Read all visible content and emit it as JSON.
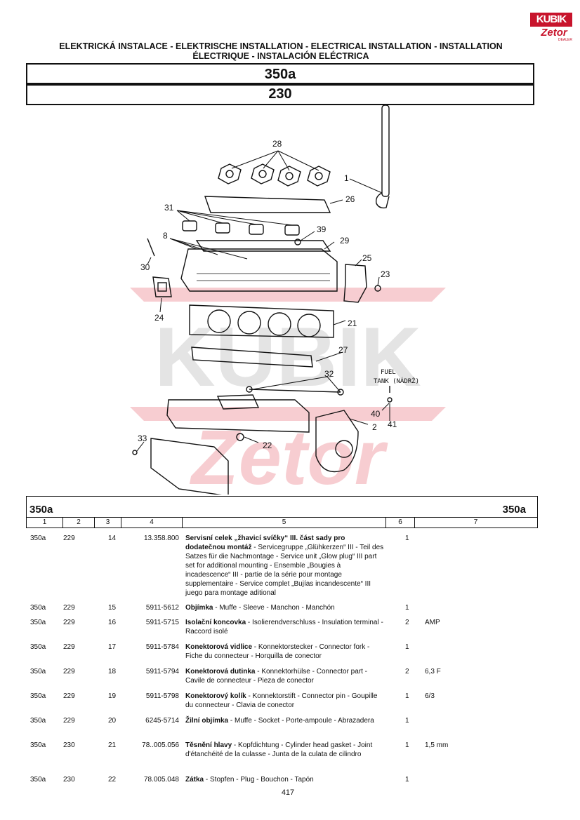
{
  "logo": {
    "brand": "KUBIK",
    "sub": "Zetor",
    "dealer": "DEALER"
  },
  "header": {
    "title_line1": "ELEKTRICKÁ INSTALACE - ELEKTRISCHE INSTALLATION - ELECTRICAL INSTALLATION - INSTALLATION",
    "title_line2": "ÉLECTRIQUE - INSTALACIÓN ELÉCTRICA",
    "model": "350a",
    "group": "230"
  },
  "diagram": {
    "labels": [
      "28",
      "1",
      "26",
      "31",
      "8",
      "39",
      "29",
      "30",
      "25",
      "23",
      "24",
      "21",
      "27",
      "32",
      "40",
      "41",
      "2",
      "33",
      "22"
    ],
    "fuel_tank_line1": "FUEL",
    "fuel_tank_line2": "TANK (NÁDRŽ)"
  },
  "watermark": {
    "text1": "KUBIK",
    "text2": "Zetor"
  },
  "table": {
    "left_label": "350a",
    "right_label": "350a",
    "columns": [
      "1",
      "2",
      "3",
      "4",
      "5",
      "6",
      "7"
    ],
    "rows": [
      {
        "c1": "350a",
        "c2": "229",
        "c3": "14",
        "c4": "13.358.800",
        "name": "Servisní celek „žhavicí svíčky“ III. část sady pro dodatečnou montáž",
        "desc": " - Servicegruppe „Glühkerzen“ III - Teil des Satzes für die Nachmontage - Service unit „Glow plug“ III part set for additional mounting - Ensemble „Bougies à incadescence“ III - partie de la série pour montage supplementaire - Service complet „Bujías incandescente“ III juego para montage aditional",
        "c6": "1",
        "c7": ""
      },
      {
        "c1": "350a",
        "c2": "229",
        "c3": "15",
        "c4": "5911-5612",
        "name": "Objímka",
        "desc": " - Muffe - Sleeve - Manchon - Manchón",
        "c6": "1",
        "c7": ""
      },
      {
        "c1": "350a",
        "c2": "229",
        "c3": "16",
        "c4": "5911-5715",
        "name": "Isolační koncovka",
        "desc": " - Isolierendverschluss - Insulation terminal - Raccord isolé",
        "c6": "2",
        "c7": "AMP"
      },
      {
        "c1": "350a",
        "c2": "229",
        "c3": "17",
        "c4": "5911-5784",
        "name": "Konektorová vidlice",
        "desc": " - Konnektorstecker - Connector fork - Fiche du connecteur - Horquilla de conector",
        "c6": "1",
        "c7": ""
      },
      {
        "c1": "350a",
        "c2": "229",
        "c3": "18",
        "c4": "5911-5794",
        "name": "Konektorová dutinka",
        "desc": " - Konnektorhülse - Connector part - Cavile de connecteur - Pieza de conector",
        "c6": "2",
        "c7": "6,3 F"
      },
      {
        "c1": "350a",
        "c2": "229",
        "c3": "19",
        "c4": "5911-5798",
        "name": "Konektorový kolík",
        "desc": " - Konnektorstift - Connector pin - Goupille du connecteur - Clavia de conector",
        "c6": "1",
        "c7": "6/3"
      },
      {
        "c1": "350a",
        "c2": "229",
        "c3": "20",
        "c4": "6245-5714",
        "name": "Žilní objímka",
        "desc": " - Muffe - Socket - Porte-ampoule - Abrazadera",
        "c6": "1",
        "c7": ""
      },
      {
        "c1": "350a",
        "c2": "230",
        "c3": "21",
        "c4": "78..005.056",
        "name": "Těsnění hlavy",
        "desc": " - Kopfdichtung - Cylinder head gasket - Joint d'étanchéité de la culasse - Junta de la culata de cilindro",
        "c6": "1",
        "c7": "1,5 mm"
      },
      {
        "c1": "350a",
        "c2": "230",
        "c3": "22",
        "c4": "78.005.048",
        "name": "Zátka",
        "desc": " - Stopfen - Plug - Bouchon - Tapón",
        "c6": "1",
        "c7": ""
      }
    ]
  },
  "page_number": "417"
}
